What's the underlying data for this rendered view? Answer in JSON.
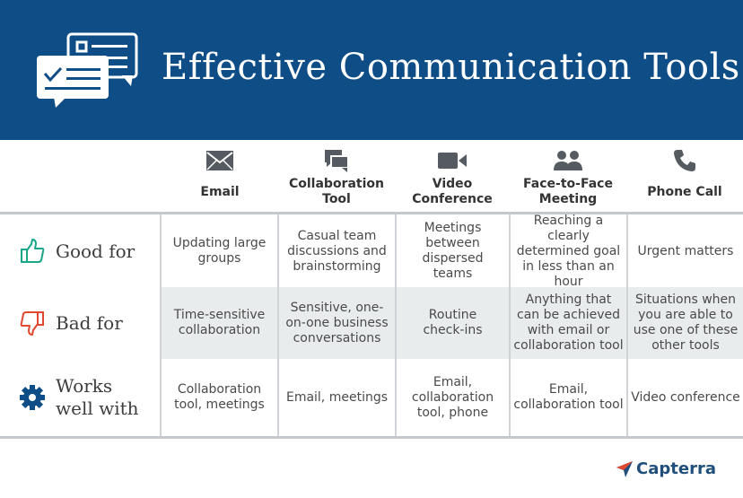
{
  "header": {
    "title": "Effective Communication Tools"
  },
  "columns": [
    {
      "label": "Email",
      "icon": "envelope-icon"
    },
    {
      "label": "Collaboration Tool",
      "icon": "chat-bubbles-icon"
    },
    {
      "label": "Video Conference",
      "icon": "video-camera-icon"
    },
    {
      "label": "Face-to-Face Meeting",
      "icon": "people-icon"
    },
    {
      "label": "Phone Call",
      "icon": "phone-icon"
    }
  ],
  "rows": [
    {
      "label": "Good for",
      "icon": "thumbs-up-icon",
      "icon_color": "#1aa68a",
      "cells": [
        "Updating large groups",
        "Casual team discussions and brainstorming",
        "Meetings between dispersed teams",
        "Reaching a clearly determined goal in less than an hour",
        "Urgent matters"
      ]
    },
    {
      "label": "Bad for",
      "icon": "thumbs-down-icon",
      "icon_color": "#e0492f",
      "cells": [
        "Time-sensitive collaboration",
        "Sensitive, one-on-one business conversations",
        "Routine check-ins",
        "Anything that can be achieved with email or collaboration tool",
        "Situations when you are able to use one of these other tools"
      ]
    },
    {
      "label": "Works well with",
      "icon": "gear-icon",
      "icon_color": "#0e4d86",
      "cells": [
        "Collaboration tool, meetings",
        "Email, meetings",
        "Email, collaboration tool, phone",
        "Email, collaboration tool",
        "Video conference"
      ]
    }
  ],
  "footer": {
    "brand": "Capterra"
  },
  "colors": {
    "banner": "#0e4d86",
    "band": "#e9eced",
    "good": "#1aa68a",
    "bad": "#e0492f",
    "brand": "#1f4f7a"
  }
}
